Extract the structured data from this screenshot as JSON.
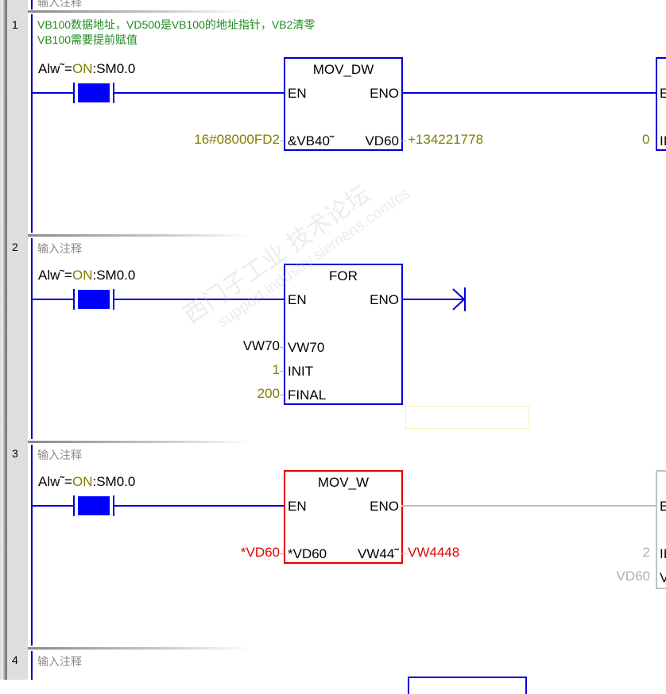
{
  "networks": [
    {
      "number": "1",
      "comment_lines": [
        "VB100数据地址，VD500是VB100的地址指针，VB2清零",
        "VB100需要提前赋值"
      ],
      "contact": {
        "prefix": "Alw˜=",
        "state": "ON",
        "address": ":SM0.0"
      },
      "box": {
        "title": "MOV_DW",
        "en": "EN",
        "eno": "ENO",
        "in_pin": "&VB40˜",
        "out_pin": "VD60",
        "in_value": "16#08000FD2",
        "out_value": "+134221778"
      },
      "partial_box": {
        "en": "E",
        "in_value": "0",
        "in_pin": "II"
      }
    },
    {
      "number": "2",
      "comment": "输入注释",
      "contact": {
        "prefix": "Alw˜=",
        "state": "ON",
        "address": ":SM0.0"
      },
      "box": {
        "title": "FOR",
        "en": "EN",
        "eno": "ENO",
        "pins": [
          {
            "pin": "VW70",
            "value": "VW70"
          },
          {
            "pin": "INIT",
            "value": "1"
          },
          {
            "pin": "FINAL",
            "value": "200"
          }
        ]
      }
    },
    {
      "number": "3",
      "comment": "输入注释",
      "contact": {
        "prefix": "Alw˜=",
        "state": "ON",
        "address": ":SM0.0"
      },
      "box": {
        "title": "MOV_W",
        "en": "EN",
        "eno": "ENO",
        "in_pin": "*VD60",
        "out_pin": "VW44˜",
        "in_value": "*VD60",
        "out_value": "VW4448"
      },
      "partial_box": {
        "en": "E",
        "pins": [
          {
            "pin": "II",
            "value": "2"
          },
          {
            "pin": "V",
            "value": "VD60"
          }
        ]
      }
    },
    {
      "number": "4",
      "comment": "输入注释"
    }
  ],
  "top_partial_comment": "输入注释",
  "watermark": {
    "line1": "西门子工业  技术论坛",
    "line2": "support.industry.siemens.com/cs"
  },
  "colors": {
    "wire": "#0000d8",
    "error": "#e00000",
    "value": "#7f7f00",
    "comment": "#1c8c1c"
  }
}
